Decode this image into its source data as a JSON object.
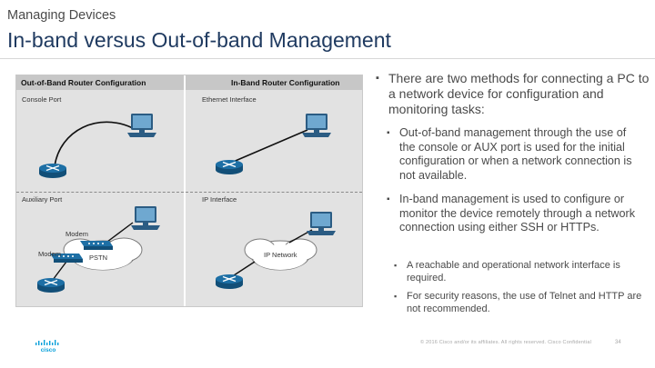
{
  "header": {
    "kicker": "Managing Devices",
    "title": "In-band versus Out-of-band Management"
  },
  "diagram": {
    "out_of_band_title": "Out-of-Band Router Configuration",
    "in_band_title": "In-Band Router Configuration",
    "console_port": "Console Port",
    "auxiliary_port": "Auxiliary Port",
    "ethernet_interface": "Ethernet Interface",
    "ip_interface": "IP Interface",
    "modem_top": "Modem",
    "modem_bottom": "Modem",
    "pstn": "PSTN",
    "ip_network": "IP Network"
  },
  "bullets": {
    "main": "There are two methods for connecting a PC to a network device for configuration and monitoring tasks:",
    "sub1": "Out-of-band management through the use of the console or AUX port is used for the initial configuration or when a network connection is not available.",
    "sub2": "In-band management is used to configure or monitor the device remotely through a network connection using either SSH or HTTPs.",
    "sub2a": "A reachable and operational network interface is required.",
    "sub2b": "For security reasons, the use of Telnet and HTTP are not recommended."
  },
  "footer": {
    "copyright": "© 2016 Cisco and/or its affiliates. All rights reserved. Cisco Confidential",
    "page_number": "34",
    "logo_text": "cisco"
  },
  "colors": {
    "title": "#1f3a60",
    "router": "#1d6fa5",
    "pc": "#2b5c83",
    "logo": "#049fd9"
  }
}
